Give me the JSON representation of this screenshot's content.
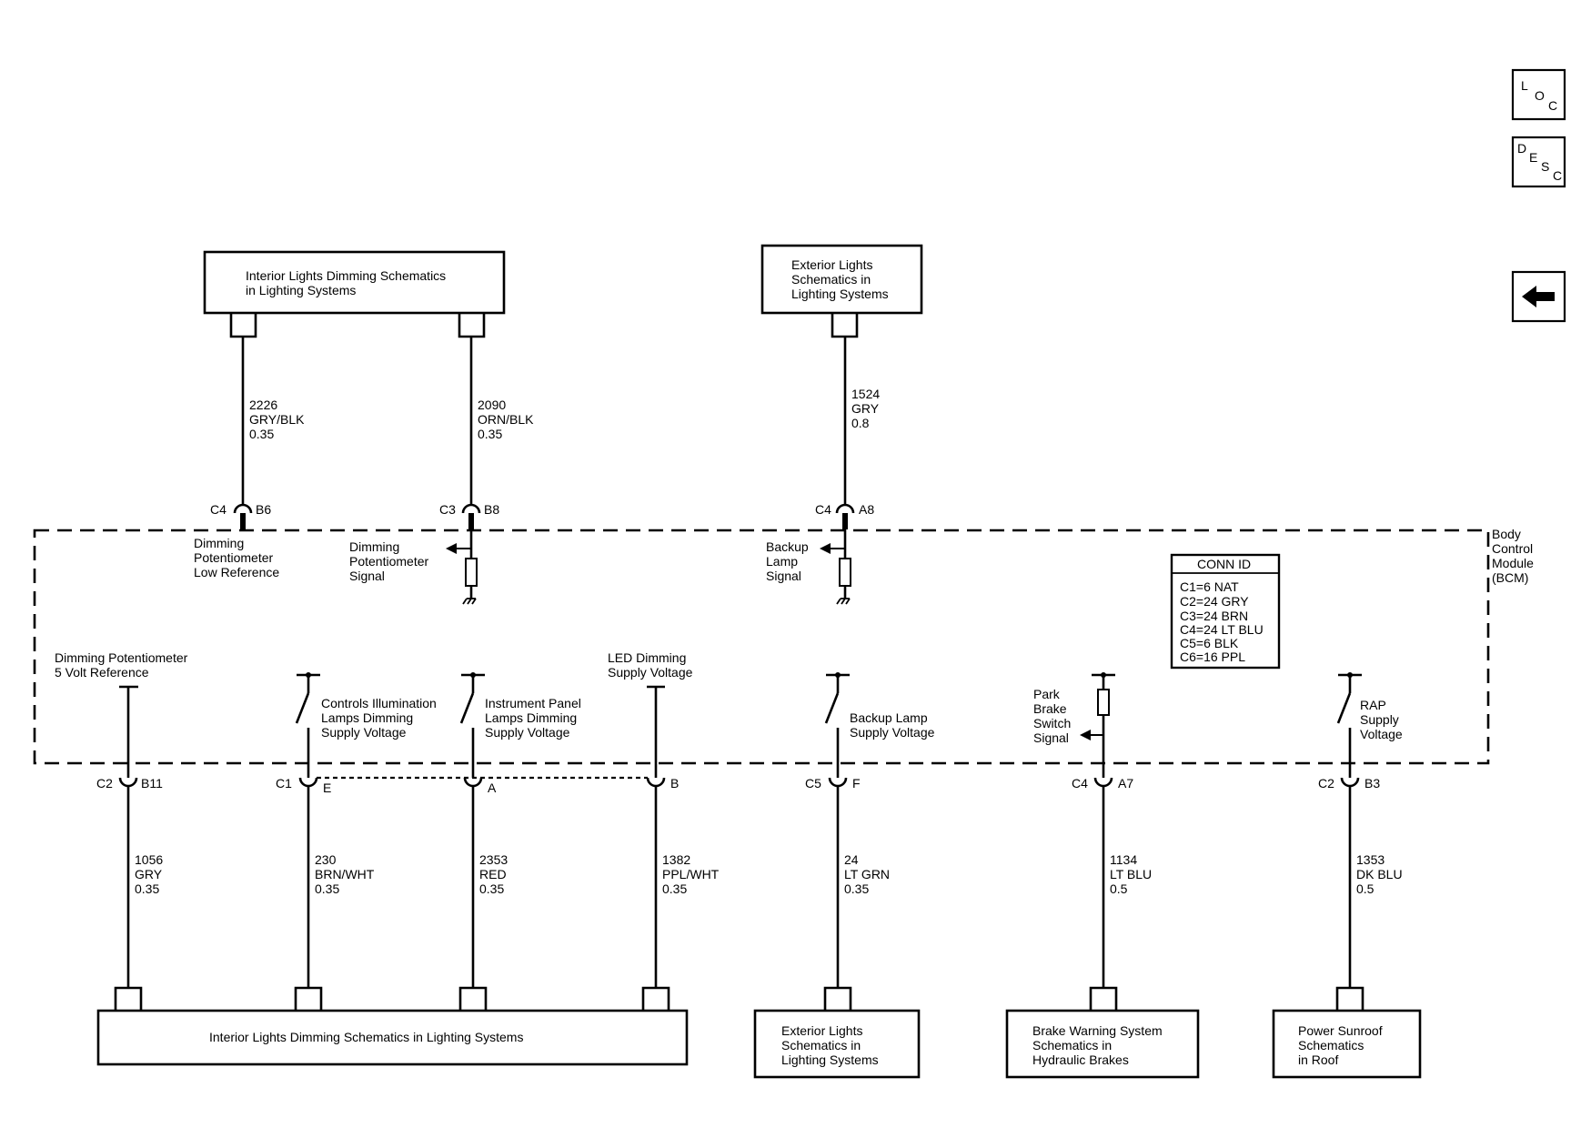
{
  "nav": {
    "loc": [
      "L",
      "O",
      "C"
    ],
    "desc": [
      "D",
      "E",
      "S",
      "C"
    ]
  },
  "top_boxes": {
    "interior": [
      "Interior Lights Dimming Schematics",
      "in Lighting Systems"
    ],
    "exterior": [
      "Exterior Lights",
      "Schematics in",
      "Lighting Systems"
    ]
  },
  "bottom_boxes": {
    "interior": [
      "Interior Lights Dimming Schematics in Lighting Systems"
    ],
    "exterior": [
      "Exterior Lights",
      "Schematics in",
      "Lighting Systems"
    ],
    "brake": [
      "Brake Warning System",
      "Schematics in",
      "Hydraulic Brakes"
    ],
    "sunroof": [
      "Power Sunroof",
      "Schematics",
      "in Roof"
    ]
  },
  "module": {
    "label": [
      "Body",
      "Control",
      "Module",
      "(BCM)"
    ]
  },
  "conn_id": {
    "title": "CONN ID",
    "lines": [
      "C1=6 NAT",
      "C2=24 GRY",
      "C3=24 BRN",
      "C4=24 LT BLU",
      "C5=6 BLK",
      "C6=16 PPL"
    ]
  },
  "top_wires": {
    "w2226": [
      "2226",
      "GRY/BLK",
      "0.35"
    ],
    "w2090": [
      "2090",
      "ORN/BLK",
      "0.35"
    ],
    "w1524": [
      "1524",
      "GRY",
      "0.8"
    ]
  },
  "top_pins": {
    "p1": {
      "conn": "C4",
      "pin": "B6"
    },
    "p2": {
      "conn": "C3",
      "pin": "B8"
    },
    "p3": {
      "conn": "C4",
      "pin": "A8"
    }
  },
  "top_labels": {
    "low_ref": [
      "Dimming",
      "Potentiometer",
      "Low Reference"
    ],
    "pot_signal": [
      "Dimming",
      "Potentiometer",
      "Signal"
    ],
    "backup_signal": [
      "Backup",
      "Lamp",
      "Signal"
    ]
  },
  "internal_labels": {
    "five_volt": [
      "Dimming Potentiometer",
      "5 Volt Reference"
    ],
    "controls": [
      "Controls Illumination",
      "Lamps Dimming",
      "Supply Voltage"
    ],
    "ip": [
      "Instrument Panel",
      "Lamps Dimming",
      "Supply Voltage"
    ],
    "led": [
      "LED Dimming",
      "Supply Voltage"
    ],
    "backup_supply": [
      "Backup Lamp",
      "Supply Voltage"
    ],
    "park_brake": [
      "Park",
      "Brake",
      "Switch",
      "Signal"
    ],
    "rap": [
      "RAP",
      "Supply",
      "Voltage"
    ]
  },
  "bottom_pins": {
    "b1": {
      "conn": "C2",
      "pin": "B11"
    },
    "b2": {
      "conn": "C1",
      "pin": "E"
    },
    "b3": {
      "pin": "A"
    },
    "b4": {
      "pin": "B"
    },
    "b5": {
      "conn": "C5",
      "pin": "F"
    },
    "b6": {
      "conn": "C4",
      "pin": "A7"
    },
    "b7": {
      "conn": "C2",
      "pin": "B3"
    }
  },
  "bottom_wires": {
    "w1056": [
      "1056",
      "GRY",
      "0.35"
    ],
    "w230": [
      "230",
      "BRN/WHT",
      "0.35"
    ],
    "w2353": [
      "2353",
      "RED",
      "0.35"
    ],
    "w1382": [
      "1382",
      "PPL/WHT",
      "0.35"
    ],
    "w24": [
      "24",
      "LT GRN",
      "0.35"
    ],
    "w1134": [
      "1134",
      "LT BLU",
      "0.5"
    ],
    "w1353": [
      "1353",
      "DK BLU",
      "0.5"
    ]
  }
}
